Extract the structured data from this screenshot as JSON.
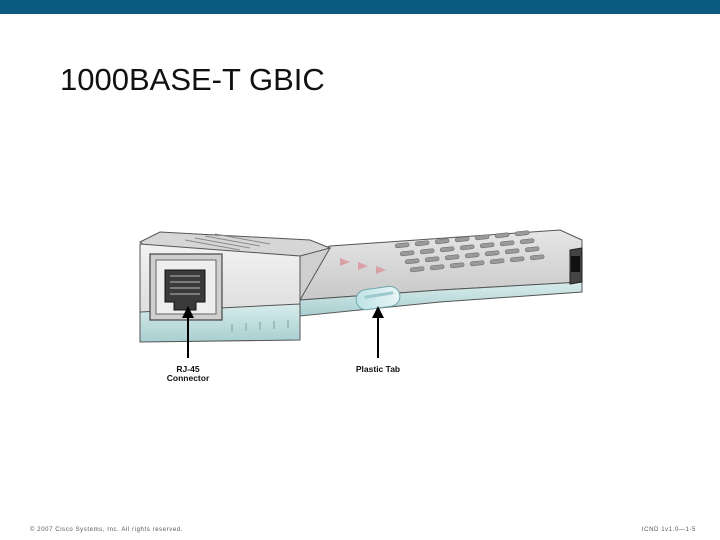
{
  "slide": {
    "title": "1000BASE-T GBIC",
    "accent_color": "#0b5a80"
  },
  "diagram": {
    "callouts": {
      "rj45_line1": "RJ-45",
      "rj45_line2": "Connector",
      "plastic_tab": "Plastic Tab"
    }
  },
  "footer": {
    "copyright": "© 2007 Cisco Systems, Inc. All rights reserved.",
    "course_page": "ICND 1v1.0—1-5"
  }
}
